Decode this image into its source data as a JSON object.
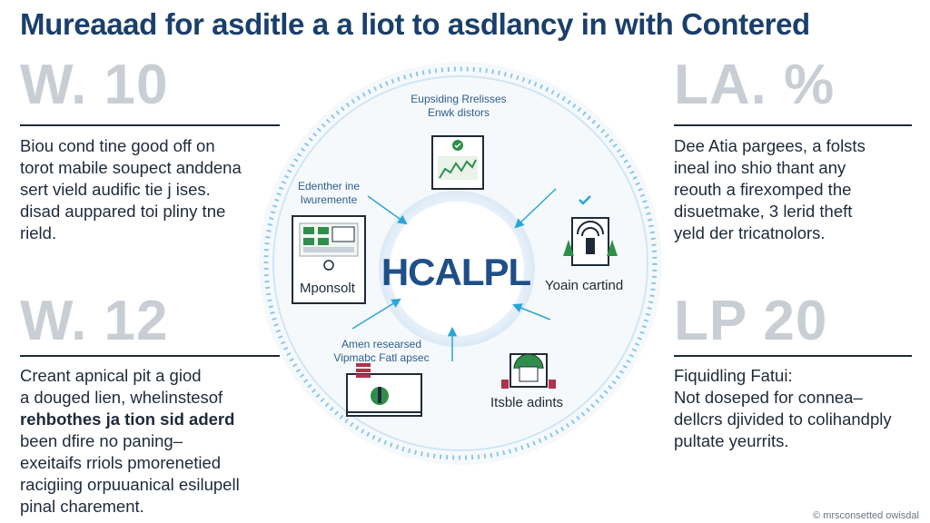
{
  "title": "Mureaaad for asditle a a liot to asdlancy in with Contered",
  "panels": {
    "top_left": {
      "stat": "W. 10",
      "lead": "Biou cond tine good off on",
      "lines": [
        "torot mabile soupect anddena",
        "sert vield audific tie j ises.",
        "disad auppared toi pliny tne",
        "rield."
      ]
    },
    "top_right": {
      "stat": "LA. %",
      "lead": "Dee Atia pargees, a folsts",
      "lines": [
        "ineal ino shio thant any",
        "reouth a firexomped the",
        "disuetmake, 3 lerid theft",
        "yeld der tricatnolors."
      ]
    },
    "bottom_left": {
      "stat": "W. 12",
      "lead": "Creant apnical pit a giod",
      "lines": [
        "a douged lien, whelinstesof",
        "rehbothes ja tion sid aderd",
        "been dfire no paning–",
        "exeitaifs rriols pmorenetied",
        "racigiing orpuuanical esilupell",
        "pinal charement."
      ]
    },
    "bottom_right": {
      "stat": "LP 20",
      "lead": "Fiquidling Fatui:",
      "lines": [
        "Not doseped for connea–",
        "dellcrs djivided to colihandply",
        "pultate yeurrits."
      ]
    }
  },
  "diagram": {
    "center": "HCALPL",
    "nodes": {
      "top": {
        "label_1": "Eupsiding Rrelisses",
        "label_2": "Enwk distors"
      },
      "left": {
        "label_1": "Edenther ine",
        "label_2": "Iwuremente",
        "caption": "Mponsolt"
      },
      "right": {
        "caption": "Yoain cartind"
      },
      "bottom_left": {
        "label_1": "Amen researsed",
        "label_2": "Vipmabc Fatl apsec"
      },
      "bottom_right": {
        "caption": "Itsble adints"
      }
    },
    "colors": {
      "ring": "#8cc8ec",
      "accent": "#2aa6d8",
      "green": "#2f8f4a",
      "logo": "#1f4f88"
    }
  },
  "footer": "© mrsconsetted owisdal"
}
